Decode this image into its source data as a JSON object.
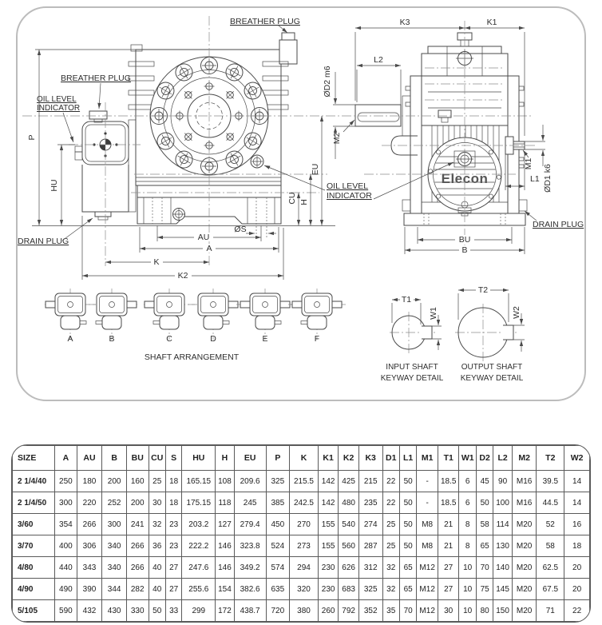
{
  "drawing": {
    "front_view": {
      "breather_plug_top": "BREATHER PLUG",
      "breather_plug_side": "BREATHER PLUG",
      "oil_level_1": "OIL LEVEL",
      "oil_level_2": "INDICATOR",
      "drain_plug": "DRAIN PLUG"
    },
    "center_labels": {
      "oil_level_1": "OIL LEVEL",
      "oil_level_2": "INDICATOR"
    },
    "side_view": {
      "drain_plug": "DRAIN PLUG",
      "logo": "Elecon"
    },
    "dim_labels": {
      "p": "P",
      "hu": "HU",
      "eu": "EU",
      "cu": "CU",
      "h": "H",
      "au": "AU",
      "a": "A",
      "k": "K",
      "k2": "K2",
      "os": "ØS",
      "k3": "K3",
      "k1": "K1",
      "l2": "L2",
      "d2": "ØD2 m6",
      "m2": "M2",
      "m1": "M1",
      "l1": "L1",
      "d1": "ØD1 k6",
      "bu": "BU",
      "b": "B"
    },
    "shaft_arrangement": {
      "title": "SHAFT ARRANGEMENT",
      "variants": [
        "A",
        "B",
        "C",
        "D",
        "E",
        "F"
      ]
    },
    "keyway": {
      "t1": "T1",
      "w1": "W1",
      "t2": "T2",
      "w2": "W2",
      "input_caption_1": "INPUT SHAFT",
      "input_caption_2": "KEYWAY DETAIL",
      "output_caption_1": "OUTPUT SHAFT",
      "output_caption_2": "KEYWAY DETAIL"
    }
  },
  "table": {
    "columns": [
      "SIZE",
      "A",
      "AU",
      "B",
      "BU",
      "CU",
      "S",
      "HU",
      "H",
      "EU",
      "P",
      "K",
      "K1",
      "K2",
      "K3",
      "D1",
      "L1",
      "M1",
      "T1",
      "W1",
      "D2",
      "L2",
      "M2",
      "T2",
      "W2"
    ],
    "rows": [
      [
        "2 1/4/40",
        "250",
        "180",
        "200",
        "160",
        "25",
        "18",
        "165.15",
        "108",
        "209.6",
        "325",
        "215.5",
        "142",
        "425",
        "215",
        "22",
        "50",
        "-",
        "18.5",
        "6",
        "45",
        "90",
        "M16",
        "39.5",
        "14"
      ],
      [
        "2 1/4/50",
        "300",
        "220",
        "252",
        "200",
        "30",
        "18",
        "175.15",
        "118",
        "245",
        "385",
        "242.5",
        "142",
        "480",
        "235",
        "22",
        "50",
        "-",
        "18.5",
        "6",
        "50",
        "100",
        "M16",
        "44.5",
        "14"
      ],
      [
        "3/60",
        "354",
        "266",
        "300",
        "241",
        "32",
        "23",
        "203.2",
        "127",
        "279.4",
        "450",
        "270",
        "155",
        "540",
        "274",
        "25",
        "50",
        "M8",
        "21",
        "8",
        "58",
        "114",
        "M20",
        "52",
        "16"
      ],
      [
        "3/70",
        "400",
        "306",
        "340",
        "266",
        "36",
        "23",
        "222.2",
        "146",
        "323.8",
        "524",
        "273",
        "155",
        "560",
        "287",
        "25",
        "50",
        "M8",
        "21",
        "8",
        "65",
        "130",
        "M20",
        "58",
        "18"
      ],
      [
        "4/80",
        "440",
        "343",
        "340",
        "266",
        "40",
        "27",
        "247.6",
        "146",
        "349.2",
        "574",
        "294",
        "230",
        "626",
        "312",
        "32",
        "65",
        "M12",
        "27",
        "10",
        "70",
        "140",
        "M20",
        "62.5",
        "20"
      ],
      [
        "4/90",
        "490",
        "390",
        "344",
        "282",
        "40",
        "27",
        "255.6",
        "154",
        "382.6",
        "635",
        "320",
        "230",
        "683",
        "325",
        "32",
        "65",
        "M12",
        "27",
        "10",
        "75",
        "145",
        "M20",
        "67.5",
        "20"
      ],
      [
        "5/105",
        "590",
        "432",
        "430",
        "330",
        "50",
        "33",
        "299",
        "172",
        "438.7",
        "720",
        "380",
        "260",
        "792",
        "352",
        "35",
        "70",
        "M12",
        "30",
        "10",
        "80",
        "150",
        "M20",
        "71",
        "22"
      ]
    ]
  }
}
